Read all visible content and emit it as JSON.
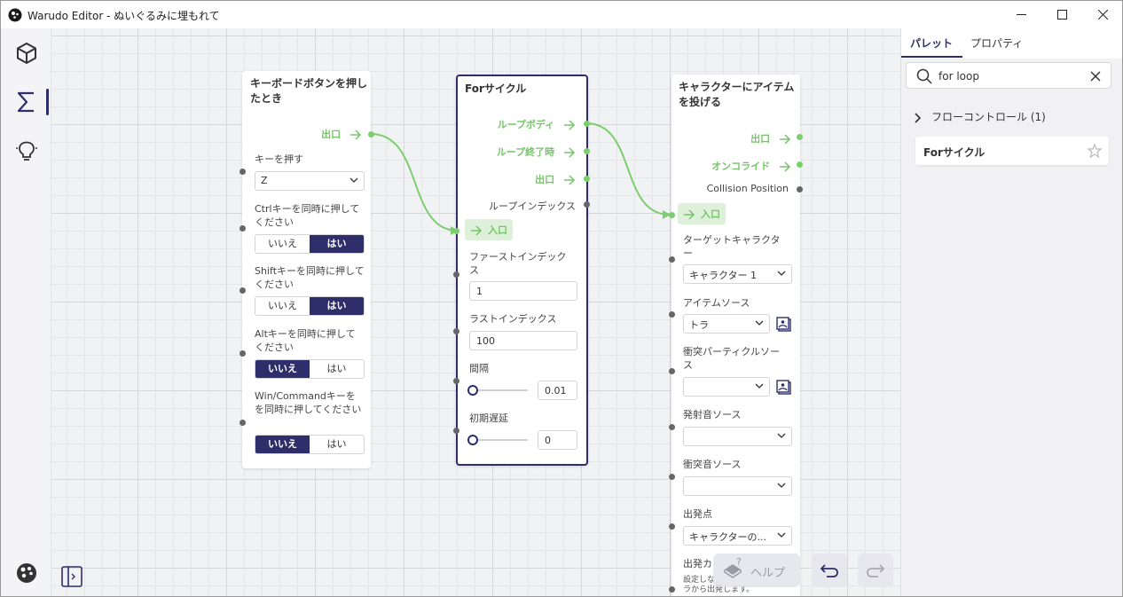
{
  "window": {
    "title": "Warudo Editor - ぬいぐるみに埋もれて"
  },
  "rail": {
    "items": [
      "assets-icon",
      "blueprint-sigma-icon",
      "lightbulb-icon"
    ],
    "active": "blueprint-sigma-icon"
  },
  "node_keyboard": {
    "title": "キーボードボタンを押したとき",
    "output": "出口",
    "key_label": "キーを押す",
    "key_value": "Z",
    "ctrl_label": "Ctrlキーを同時に押してください",
    "shift_label": "Shiftキーを同時に押してください",
    "alt_label": "Altキーを同時に押してください",
    "win_label": "Win/Commandキーをを同時に押してください",
    "no": "いいえ",
    "yes": "はい",
    "ctrl_selected": "はい",
    "shift_selected": "はい",
    "alt_selected": "いいえ",
    "win_selected": "いいえ"
  },
  "node_for": {
    "title": "Forサイクル",
    "out_body": "ループボディ",
    "out_end": "ループ終了時",
    "out_exit": "出口",
    "out_index": "ループインデックス",
    "input": "入口",
    "first_label": "ファーストインデックス",
    "first_value": "1",
    "last_label": "ラストインデックス",
    "last_value": "100",
    "interval_label": "間隔",
    "interval_value": "0.01",
    "delay_label": "初期遅延",
    "delay_value": "0"
  },
  "node_throw": {
    "title": "キャラクターにアイテムを投げる",
    "out_exit": "出口",
    "out_collide": "オンコライド",
    "out_collision_pos": "Collision Position",
    "input": "入口",
    "target_label": "ターゲットキャラクター",
    "target_value": "キャラクター 1",
    "item_label": "アイテムソース",
    "item_value": "トラ",
    "particle_label": "衝突パーティクルソース",
    "particle_value": "",
    "launch_sound_label": "発射音ソース",
    "launch_sound_value": "",
    "impact_sound_label": "衝突音ソース",
    "impact_sound_value": "",
    "origin_label": "出発点",
    "origin_value": "キャラクターの...",
    "force_label": "出発カ",
    "force_note": "設定しな\nラから出発します。"
  },
  "panel": {
    "tab_palette": "パレット",
    "tab_properties": "プロパティ",
    "search_value": "for loop",
    "category": "フローコントロール (1)",
    "result": "Forサイクル"
  },
  "bottom": {
    "help": "ヘルプ"
  },
  "colors": {
    "accent": "#2e2e6b",
    "flow_green": "#77c56a",
    "canvas_bg": "#f1f2f4"
  }
}
